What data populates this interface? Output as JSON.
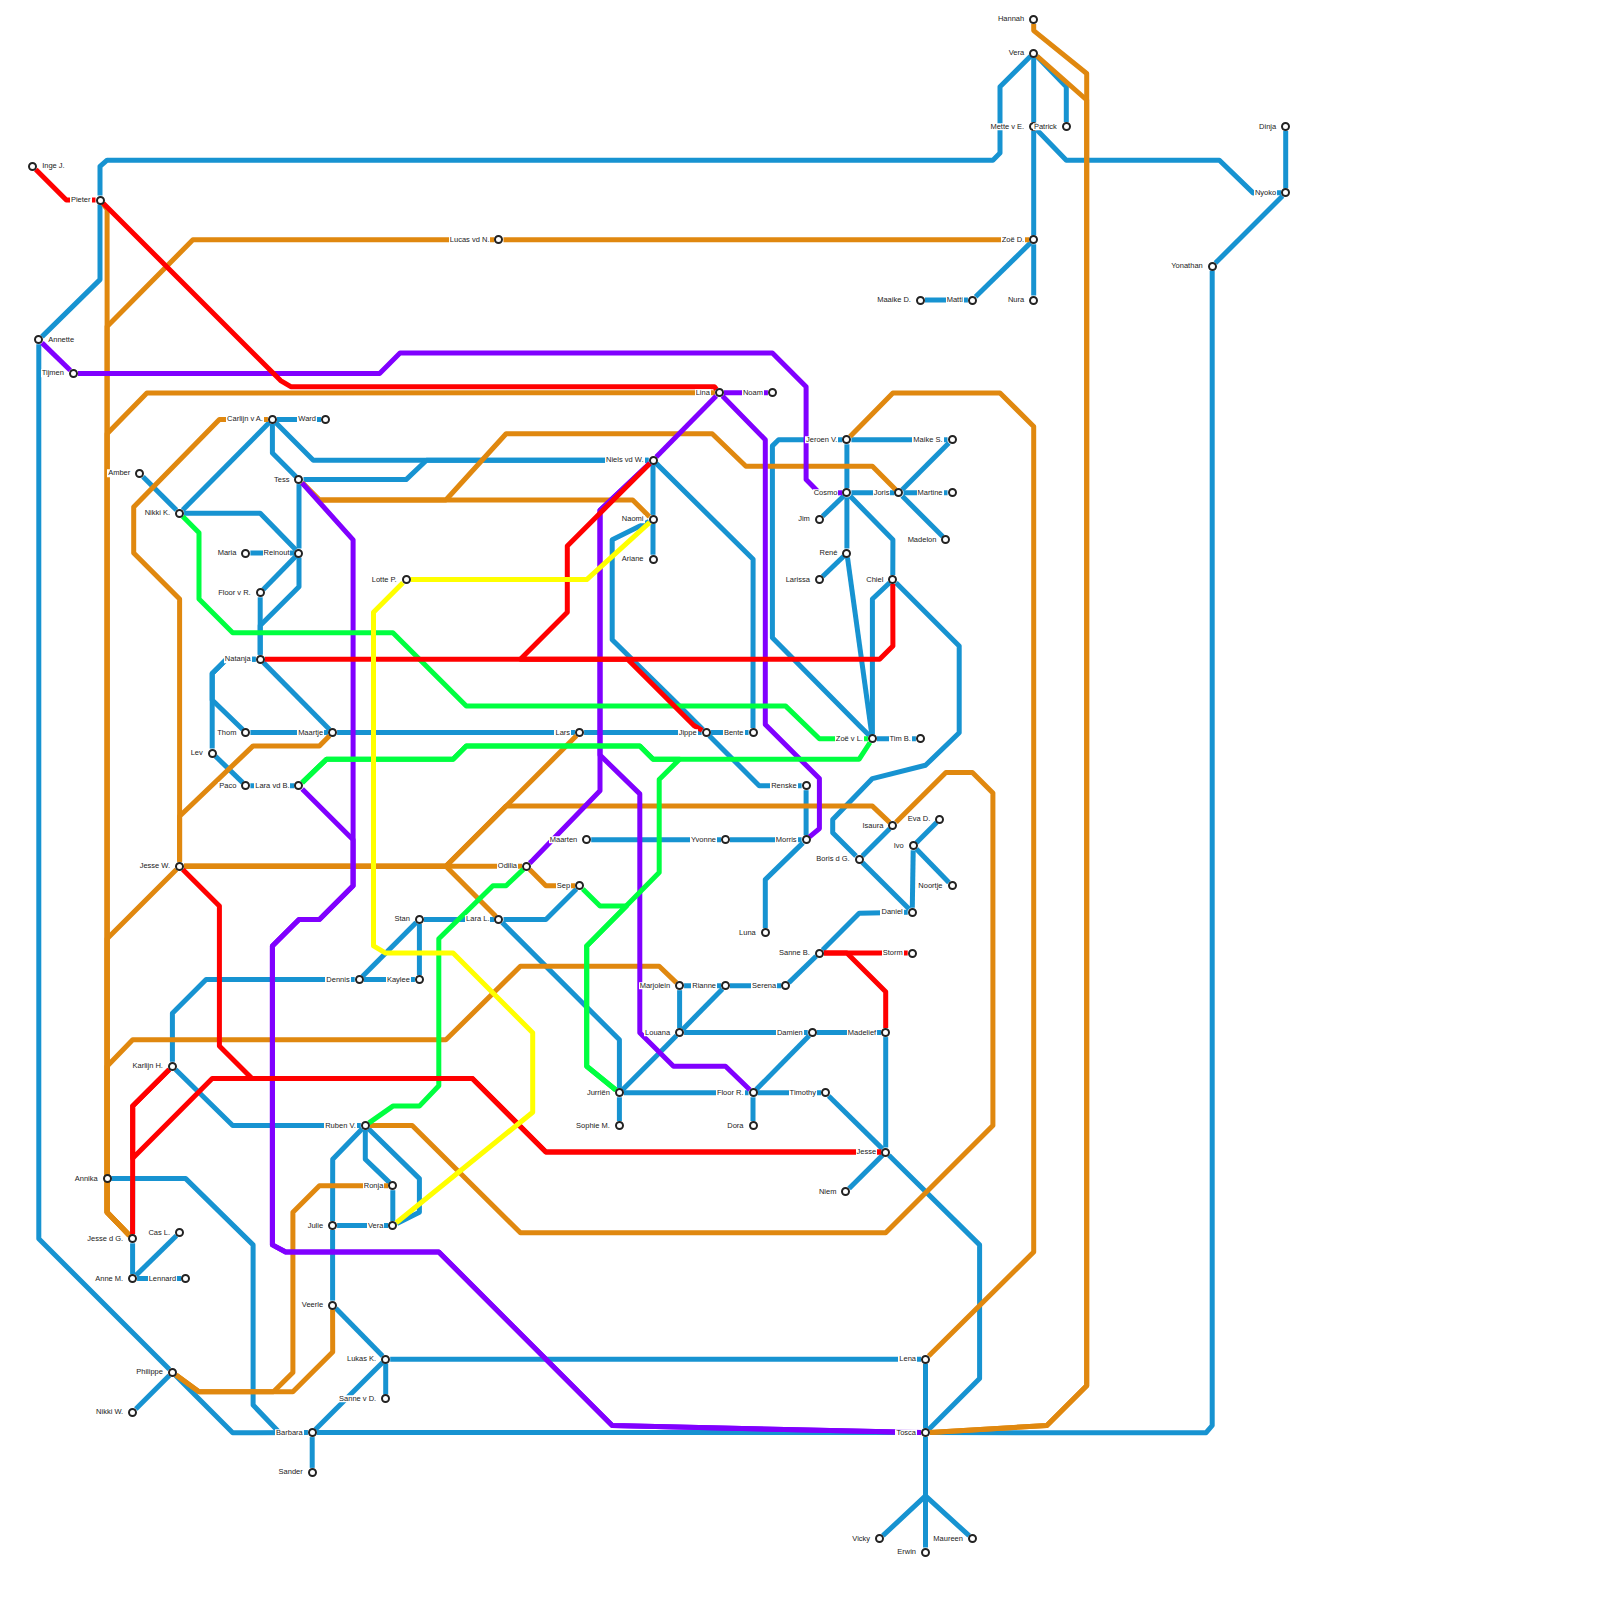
{
  "diagram": {
    "nodes": [
      {
        "text": [
          "Hannah"
        ]
      },
      {
        "text": [
          "Vera"
        ]
      },
      {
        "text": [
          "Mette v E."
        ]
      },
      {
        "text": [
          "Patrick"
        ]
      },
      {
        "text": [
          "Zoë D."
        ]
      },
      {
        "text": [
          "Nura"
        ]
      },
      {
        "text": [
          "Maaike D."
        ]
      },
      {
        "text": [
          "Matti"
        ]
      },
      {
        "text": [
          "Dinja"
        ]
      },
      {
        "text": [
          "Nyoko"
        ]
      },
      {
        "text": [
          "Yonathan"
        ]
      },
      {
        "text": [
          "Inge J."
        ]
      },
      {
        "text": [
          "Pieter"
        ]
      },
      {
        "text": [
          "Annette"
        ]
      },
      {
        "text": [
          "Tijmen"
        ]
      },
      {
        "text": [
          "Lucas vd N."
        ]
      },
      {
        "text": [
          "Lina"
        ]
      },
      {
        "text": [
          "Noam"
        ]
      },
      {
        "text": [
          "Carlijn v A."
        ]
      },
      {
        "text": [
          "Ward"
        ]
      },
      {
        "text": [
          "Amber"
        ]
      },
      {
        "text": [
          "Tess"
        ]
      },
      {
        "text": [
          "Nikki K."
        ]
      },
      {
        "text": [
          "Maria"
        ]
      },
      {
        "text": [
          "Reinout"
        ]
      },
      {
        "text": [
          "Floor v R."
        ]
      },
      {
        "text": [
          "Lotte P."
        ]
      },
      {
        "text": [
          "Natanja"
        ]
      },
      {
        "text": [
          "Thom"
        ]
      },
      {
        "text": [
          "Maartje"
        ]
      },
      {
        "text": [
          "Lev"
        ]
      },
      {
        "text": [
          "Paco"
        ]
      },
      {
        "text": [
          "Lara vd B."
        ]
      },
      {
        "text": [
          "Jesse W."
        ]
      },
      {
        "text": [
          "Niels vd W."
        ]
      },
      {
        "text": [
          "Naomi"
        ]
      },
      {
        "text": [
          "Ariane"
        ]
      },
      {
        "text": [
          "Lars"
        ]
      },
      {
        "text": [
          "Jippe"
        ]
      },
      {
        "text": [
          "Bente"
        ]
      },
      {
        "text": [
          "Jeroen V."
        ]
      },
      {
        "text": [
          "Maike S."
        ]
      },
      {
        "text": [
          "Cosmo"
        ]
      },
      {
        "text": [
          "Joris"
        ]
      },
      {
        "text": [
          "Martine"
        ]
      },
      {
        "text": [
          "Jim"
        ]
      },
      {
        "text": [
          "Madelon"
        ]
      },
      {
        "text": [
          "René"
        ]
      },
      {
        "text": [
          "Larissa"
        ]
      },
      {
        "text": [
          "Chiel"
        ]
      },
      {
        "text": [
          "Zoë v L."
        ]
      },
      {
        "text": [
          "Tim B."
        ]
      },
      {
        "text": [
          "Renske"
        ]
      },
      {
        "text": [
          "Maarten"
        ]
      },
      {
        "text": [
          "Yvonne"
        ]
      },
      {
        "text": [
          "Morris"
        ]
      },
      {
        "text": [
          "Luna"
        ]
      },
      {
        "text": [
          "Isaura"
        ]
      },
      {
        "text": [
          "Eva D."
        ]
      },
      {
        "text": [
          "Ivo"
        ]
      },
      {
        "text": [
          "Noortje"
        ]
      },
      {
        "text": [
          "Boris d G."
        ]
      },
      {
        "text": [
          "Daniel"
        ]
      },
      {
        "text": [
          "Sanne B."
        ]
      },
      {
        "text": [
          "Storm"
        ]
      },
      {
        "text": [
          "Odilia"
        ]
      },
      {
        "text": [
          "Sep"
        ]
      },
      {
        "text": [
          "Stan"
        ]
      },
      {
        "text": [
          "Lara L."
        ]
      },
      {
        "text": [
          "Dennis"
        ]
      },
      {
        "text": [
          "Kaylee"
        ]
      },
      {
        "text": [
          "Marjolein"
        ]
      },
      {
        "text": [
          "Rianne"
        ]
      },
      {
        "text": [
          "Serena"
        ]
      },
      {
        "text": [
          "Louana"
        ]
      },
      {
        "text": [
          "Damien"
        ]
      },
      {
        "text": [
          "Madelief"
        ]
      },
      {
        "text": [
          "Jurriën"
        ]
      },
      {
        "text": [
          "Sophie M."
        ]
      },
      {
        "text": [
          "Floor R."
        ]
      },
      {
        "text": [
          "Dora"
        ]
      },
      {
        "text": [
          "Timothy"
        ]
      },
      {
        "text": [
          "Jesse"
        ]
      },
      {
        "text": [
          "Niem"
        ]
      },
      {
        "text": [
          "Karlijn H."
        ]
      },
      {
        "text": [
          "Ruben V."
        ]
      },
      {
        "text": [
          "Ronja"
        ]
      },
      {
        "text": [
          "Julie"
        ]
      },
      {
        "text": [
          "Vera"
        ]
      },
      {
        "text": [
          "Veerle"
        ]
      },
      {
        "text": [
          "Lukas K."
        ]
      },
      {
        "text": [
          "Sanne v D."
        ]
      },
      {
        "text": [
          "Barbara"
        ]
      },
      {
        "text": [
          "Sander"
        ]
      },
      {
        "text": [
          "Annika"
        ]
      },
      {
        "text": [
          "Jesse d G."
        ]
      },
      {
        "text": [
          "Cas L."
        ]
      },
      {
        "text": [
          "Anne M."
        ]
      },
      {
        "text": [
          "Lennard"
        ]
      },
      {
        "text": [
          "Philippe"
        ]
      },
      {
        "text": [
          "Nikki W."
        ]
      },
      {
        "text": [
          "Lena"
        ]
      },
      {
        "text": [
          "Tosca"
        ]
      },
      {
        "text": [
          "Vicky"
        ]
      },
      {
        "text": [
          "Erwin"
        ]
      },
      {
        "text": [
          "Maureen"
        ]
      }
    ],
    "edges": [
      {
        "from": 13,
        "to": 12,
        "arrow": "none"
      },
      {
        "from": 12,
        "to": 1,
        "arrow": "none"
      },
      {
        "from": 1,
        "to": 2,
        "arrow": "none"
      },
      {
        "from": 2,
        "to": 4,
        "arrow": "none"
      },
      {
        "from": 4,
        "to": 5,
        "arrow": "none"
      },
      {
        "from": 1,
        "to": 3,
        "arrow": "none"
      },
      {
        "from": 2,
        "to": 9,
        "arrow": "none"
      },
      {
        "from": 4,
        "to": 7,
        "arrow": "none"
      },
      {
        "from": 7,
        "to": 6,
        "arrow": "none"
      },
      {
        "from": 8,
        "to": 9,
        "arrow": "none"
      },
      {
        "from": 9,
        "to": 10,
        "arrow": "none"
      },
      {
        "from": 10,
        "to": 102,
        "arrow": "none"
      },
      {
        "from": 13,
        "to": 99,
        "arrow": "none"
      },
      {
        "from": 99,
        "to": 92,
        "arrow": "none"
      },
      {
        "from": 99,
        "to": 100,
        "arrow": "none"
      },
      {
        "from": 92,
        "to": 102,
        "arrow": "none"
      },
      {
        "from": 92,
        "to": 93,
        "arrow": "none"
      },
      {
        "from": 92,
        "to": 90,
        "arrow": "none"
      },
      {
        "from": 90,
        "to": 91,
        "arrow": "none"
      },
      {
        "from": 90,
        "to": 101,
        "arrow": "none"
      },
      {
        "from": 90,
        "to": 89,
        "arrow": "none"
      },
      {
        "from": 89,
        "to": 87,
        "arrow": "none"
      },
      {
        "from": 87,
        "to": 85,
        "arrow": "none"
      },
      {
        "from": 85,
        "to": 86,
        "arrow": "none"
      },
      {
        "from": 86,
        "to": 88,
        "arrow": "none"
      },
      {
        "from": 85,
        "to": 88,
        "arrow": "none"
      },
      {
        "from": 87,
        "to": 88,
        "arrow": "none"
      },
      {
        "from": 101,
        "to": 102,
        "arrow": "none"
      },
      {
        "from": 102,
        "to": 103,
        "arrow": "none"
      },
      {
        "from": 102,
        "to": 104,
        "arrow": "none"
      },
      {
        "from": 102,
        "to": 105,
        "arrow": "none"
      },
      {
        "from": 102,
        "to": 82,
        "arrow": "none"
      },
      {
        "from": 82,
        "to": 83,
        "arrow": "none"
      },
      {
        "from": 81,
        "to": 82,
        "arrow": "none"
      },
      {
        "from": 76,
        "to": 82,
        "arrow": "none"
      },
      {
        "from": 85,
        "to": 84,
        "arrow": "none"
      },
      {
        "from": 84,
        "to": 69,
        "arrow": "none"
      },
      {
        "from": 69,
        "to": 70,
        "arrow": "none"
      },
      {
        "from": 69,
        "to": 67,
        "arrow": "none"
      },
      {
        "from": 67,
        "to": 70,
        "arrow": "none"
      },
      {
        "from": 67,
        "to": 68,
        "arrow": "none"
      },
      {
        "from": 68,
        "to": 66,
        "arrow": "none"
      },
      {
        "from": 68,
        "to": 77,
        "arrow": "none"
      },
      {
        "from": 77,
        "to": 78,
        "arrow": "none"
      },
      {
        "from": 77,
        "to": 79,
        "arrow": "none"
      },
      {
        "from": 77,
        "to": 74,
        "arrow": "none"
      },
      {
        "from": 79,
        "to": 80,
        "arrow": "none"
      },
      {
        "from": 79,
        "to": 81,
        "arrow": "none"
      },
      {
        "from": 79,
        "to": 75,
        "arrow": "none"
      },
      {
        "from": 75,
        "to": 74,
        "arrow": "none"
      },
      {
        "from": 75,
        "to": 76,
        "arrow": "none"
      },
      {
        "from": 74,
        "to": 71,
        "arrow": "none"
      },
      {
        "from": 71,
        "to": 72,
        "arrow": "none"
      },
      {
        "from": 72,
        "to": 74,
        "arrow": "none"
      },
      {
        "from": 72,
        "to": 73,
        "arrow": "none"
      },
      {
        "from": 73,
        "to": 63,
        "arrow": "none"
      },
      {
        "from": 63,
        "to": 62,
        "arrow": "none"
      },
      {
        "from": 61,
        "to": 62,
        "arrow": "none"
      },
      {
        "from": 61,
        "to": 57,
        "arrow": "none"
      },
      {
        "from": 59,
        "to": 58,
        "arrow": "none"
      },
      {
        "from": 59,
        "to": 60,
        "arrow": "none"
      },
      {
        "from": 59,
        "to": 62,
        "arrow": "none"
      },
      {
        "from": 61,
        "to": 49,
        "arrow": "none"
      },
      {
        "from": 49,
        "to": 50,
        "arrow": "none"
      },
      {
        "from": 50,
        "to": 51,
        "arrow": "none"
      },
      {
        "from": 42,
        "to": 49,
        "arrow": "none"
      },
      {
        "from": 42,
        "to": 40,
        "arrow": "none"
      },
      {
        "from": 42,
        "to": 43,
        "arrow": "none"
      },
      {
        "from": 42,
        "to": 45,
        "arrow": "none"
      },
      {
        "from": 42,
        "to": 47,
        "arrow": "none"
      },
      {
        "from": 47,
        "to": 48,
        "arrow": "none"
      },
      {
        "from": 47,
        "to": 50,
        "arrow": "none"
      },
      {
        "from": 40,
        "to": 41,
        "arrow": "none"
      },
      {
        "from": 43,
        "to": 41,
        "arrow": "none"
      },
      {
        "from": 43,
        "to": 44,
        "arrow": "none"
      },
      {
        "from": 43,
        "to": 46,
        "arrow": "none"
      },
      {
        "from": 40,
        "to": 50,
        "arrow": "none"
      },
      {
        "from": 34,
        "to": 35,
        "arrow": "none"
      },
      {
        "from": 35,
        "to": 36,
        "arrow": "none"
      },
      {
        "from": 35,
        "to": 38,
        "arrow": "none"
      },
      {
        "from": 34,
        "to": 39,
        "arrow": "none"
      },
      {
        "from": 18,
        "to": 34,
        "arrow": "none"
      },
      {
        "from": 18,
        "to": 19,
        "arrow": "none"
      },
      {
        "from": 18,
        "to": 21,
        "arrow": "none"
      },
      {
        "from": 21,
        "to": 34,
        "arrow": "none"
      },
      {
        "from": 18,
        "to": 22,
        "arrow": "none"
      },
      {
        "from": 20,
        "to": 22,
        "arrow": "none"
      },
      {
        "from": 22,
        "to": 24,
        "arrow": "none"
      },
      {
        "from": 21,
        "to": 24,
        "arrow": "none"
      },
      {
        "from": 23,
        "to": 24,
        "arrow": "none"
      },
      {
        "from": 24,
        "to": 25,
        "arrow": "none"
      },
      {
        "from": 25,
        "to": 27,
        "arrow": "none"
      },
      {
        "from": 24,
        "to": 27,
        "arrow": "none"
      },
      {
        "from": 27,
        "to": 30,
        "arrow": "none"
      },
      {
        "from": 30,
        "to": 31,
        "arrow": "none"
      },
      {
        "from": 31,
        "to": 32,
        "arrow": "none"
      },
      {
        "from": 27,
        "to": 28,
        "arrow": "none"
      },
      {
        "from": 28,
        "to": 29,
        "arrow": "none"
      },
      {
        "from": 27,
        "to": 29,
        "arrow": "none"
      },
      {
        "from": 29,
        "to": 37,
        "arrow": "none"
      },
      {
        "from": 37,
        "to": 38,
        "arrow": "none"
      },
      {
        "from": 38,
        "to": 39,
        "arrow": "none"
      },
      {
        "from": 38,
        "to": 52,
        "arrow": "none"
      },
      {
        "from": 52,
        "to": 55,
        "arrow": "none"
      },
      {
        "from": 53,
        "to": 54,
        "arrow": "none"
      },
      {
        "from": 54,
        "to": 55,
        "arrow": "none"
      },
      {
        "from": 55,
        "to": 56,
        "arrow": "none"
      },
      {
        "from": 94,
        "to": 92,
        "arrow": "none"
      },
      {
        "from": 94,
        "to": 95,
        "arrow": "none"
      },
      {
        "from": 95,
        "to": 97,
        "arrow": "none"
      },
      {
        "from": 97,
        "to": 98,
        "arrow": "none"
      },
      {
        "from": 97,
        "to": 96,
        "arrow": "none"
      },
      {
        "from": 0,
        "to": 102,
        "arrow": "none"
      },
      {
        "from": 1,
        "to": 102,
        "arrow": "none"
      },
      {
        "from": 4,
        "to": 15,
        "arrow": "none"
      },
      {
        "from": 15,
        "to": 95,
        "arrow": "none"
      },
      {
        "from": 12,
        "to": 95,
        "arrow": "none"
      },
      {
        "from": 16,
        "to": 95,
        "arrow": "none"
      },
      {
        "from": 33,
        "to": 95,
        "arrow": "none"
      },
      {
        "from": 71,
        "to": 95,
        "arrow": "none"
      },
      {
        "from": 18,
        "to": 33,
        "arrow": "none"
      },
      {
        "from": 33,
        "to": 29,
        "arrow": "none"
      },
      {
        "from": 33,
        "to": 65,
        "arrow": "none"
      },
      {
        "from": 65,
        "to": 66,
        "arrow": "none"
      },
      {
        "from": 33,
        "to": 37,
        "arrow": "none"
      },
      {
        "from": 33,
        "to": 57,
        "arrow": "none"
      },
      {
        "from": 33,
        "to": 68,
        "arrow": "none"
      },
      {
        "from": 57,
        "to": 85,
        "arrow": "none"
      },
      {
        "from": 40,
        "to": 101,
        "arrow": "none"
      },
      {
        "from": 21,
        "to": 43,
        "arrow": "none"
      },
      {
        "from": 21,
        "to": 35,
        "arrow": "none"
      },
      {
        "from": 86,
        "to": 99,
        "arrow": "none"
      },
      {
        "from": 99,
        "to": 89,
        "arrow": "none"
      },
      {
        "from": 13,
        "to": 14,
        "arrow": "none"
      },
      {
        "from": 14,
        "to": 42,
        "arrow": "none"
      },
      {
        "from": 16,
        "to": 17,
        "arrow": "none"
      },
      {
        "from": 16,
        "to": 34,
        "arrow": "none"
      },
      {
        "from": 34,
        "to": 65,
        "arrow": "none"
      },
      {
        "from": 16,
        "to": 55,
        "arrow": "none"
      },
      {
        "from": 21,
        "to": 102,
        "arrow": "none"
      },
      {
        "from": 32,
        "to": 102,
        "arrow": "none"
      },
      {
        "from": 34,
        "to": 79,
        "arrow": "none"
      },
      {
        "from": 22,
        "to": 50,
        "arrow": "none"
      },
      {
        "from": 32,
        "to": 50,
        "arrow": "none"
      },
      {
        "from": 32,
        "to": 77,
        "arrow": "none"
      },
      {
        "from": 66,
        "to": 77,
        "arrow": "none"
      },
      {
        "from": 65,
        "to": 85,
        "arrow": "none"
      },
      {
        "from": 11,
        "to": 12,
        "arrow": "none"
      },
      {
        "from": 12,
        "to": 16,
        "arrow": "none"
      },
      {
        "from": 34,
        "to": 38,
        "arrow": "none"
      },
      {
        "from": 27,
        "to": 49,
        "arrow": "none"
      },
      {
        "from": 33,
        "to": 82,
        "arrow": "none"
      },
      {
        "from": 84,
        "to": 95,
        "arrow": "none"
      },
      {
        "from": 84,
        "to": 82,
        "arrow": "none"
      },
      {
        "from": 63,
        "to": 64,
        "arrow": "none"
      },
      {
        "from": 63,
        "to": 76,
        "arrow": "none"
      },
      {
        "from": 35,
        "to": 26,
        "arrow": "none"
      },
      {
        "from": 26,
        "to": 88,
        "arrow": "none"
      }
    ]
  }
}
